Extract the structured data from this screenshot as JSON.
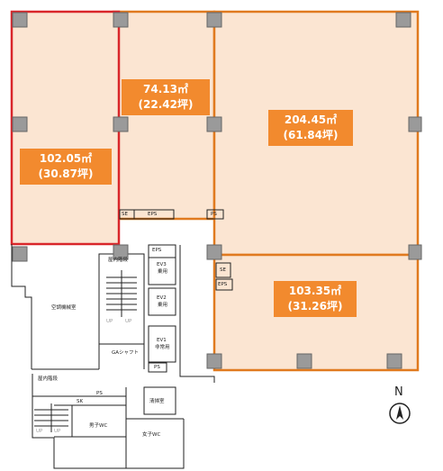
{
  "units": [
    {
      "id": "u1",
      "area": "102.05㎡",
      "tsubo": "(30.87坪)",
      "selected": true
    },
    {
      "id": "u2",
      "area": "74.13㎡",
      "tsubo": "(22.42坪)",
      "selected": false
    },
    {
      "id": "u3",
      "area": "204.45㎡",
      "tsubo": "(61.84坪)",
      "selected": false
    },
    {
      "id": "u4",
      "area": "103.35㎡",
      "tsubo": "(31.26坪)",
      "selected": false
    }
  ],
  "labels": {
    "se1": "SE",
    "eps1": "EPS",
    "ps1": "PS",
    "eps2": "EPS",
    "se2": "SE",
    "eps3": "EPS",
    "stair_top": "屋内階段",
    "ev3": "EV3",
    "ev3_use": "乗用",
    "ev2": "EV2",
    "ev2_use": "乗用",
    "ev1": "EV1",
    "ev1_use": "非常用",
    "ps_core": "PS",
    "gas_shaft": "GAシャフト",
    "mech_room": "空調機械室",
    "stair_bottom": "屋内階段",
    "ps_bottom": "PS",
    "sk": "SK",
    "mens_wc": "男子WC",
    "womens_wc": "女子WC",
    "cleaning": "清掃室",
    "up1": "UP",
    "up2": "UP",
    "up3": "UP",
    "up4": "UP",
    "north": "N"
  },
  "colors": {
    "unit_fill": "#fbe5d2",
    "unit_border": "#e07a1f",
    "selected_border": "#d9262a",
    "label_bg": "#f28a2e"
  }
}
